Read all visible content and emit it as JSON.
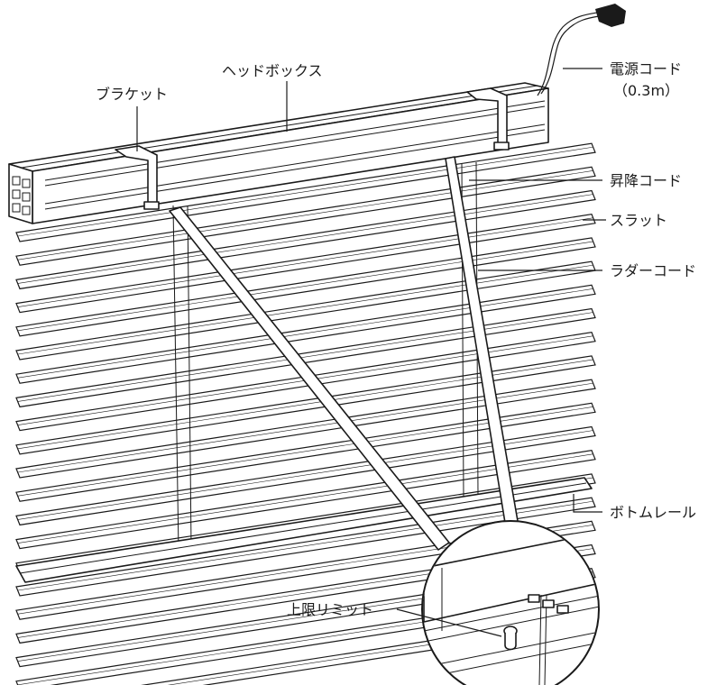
{
  "labels": {
    "head_box": "ヘッドボックス",
    "bracket": "ブラケット",
    "power_cord": "電源コード",
    "power_cord_length": "（0.3m）",
    "lift_cord": "昇降コード",
    "slat": "スラット",
    "ladder_cord": "ラダーコード",
    "bottom_rail": "ボトムレール",
    "upper_limit": "上限リミット"
  },
  "colors": {
    "line": "#1a1a1a",
    "background": "#ffffff"
  },
  "slat_count": 21
}
